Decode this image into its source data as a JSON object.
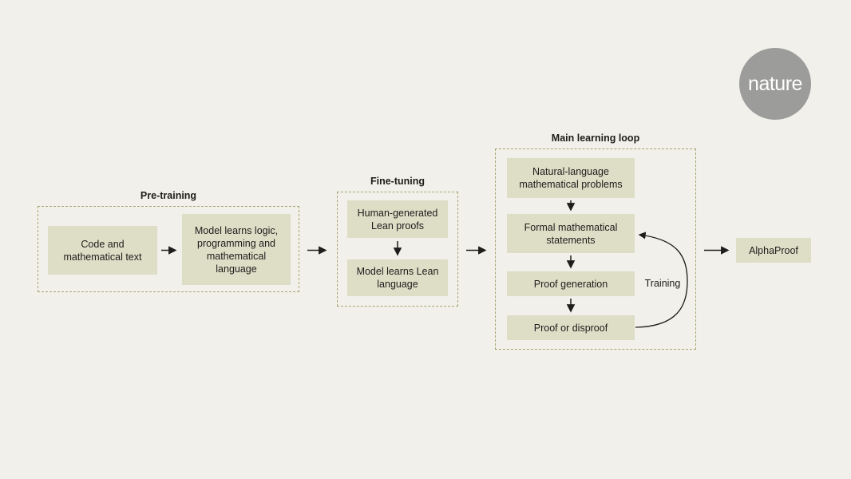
{
  "colors": {
    "background": "#f2f0ea",
    "box_fill": "#deddc6",
    "group_border": "#a8a474",
    "arrow": "#1d1d1b",
    "logo_circle": "#9c9c9b",
    "logo_text": "#ffffff"
  },
  "logo": {
    "text": "nature"
  },
  "diagram": {
    "pretraining": {
      "label": "Pre-training",
      "box1": "Code and mathematical text",
      "box2": "Model learns logic, programming and mathematical language"
    },
    "finetuning": {
      "label": "Fine-tuning",
      "box1": "Human-generated Lean proofs",
      "box2": "Model learns Lean language"
    },
    "main_loop": {
      "label": "Main learning loop",
      "box1": "Natural-language mathematical problems",
      "box2": "Formal mathematical statements",
      "box3": "Proof generation",
      "box4": "Proof or disproof",
      "training_label": "Training"
    },
    "output": {
      "label": "AlphaProof"
    }
  }
}
